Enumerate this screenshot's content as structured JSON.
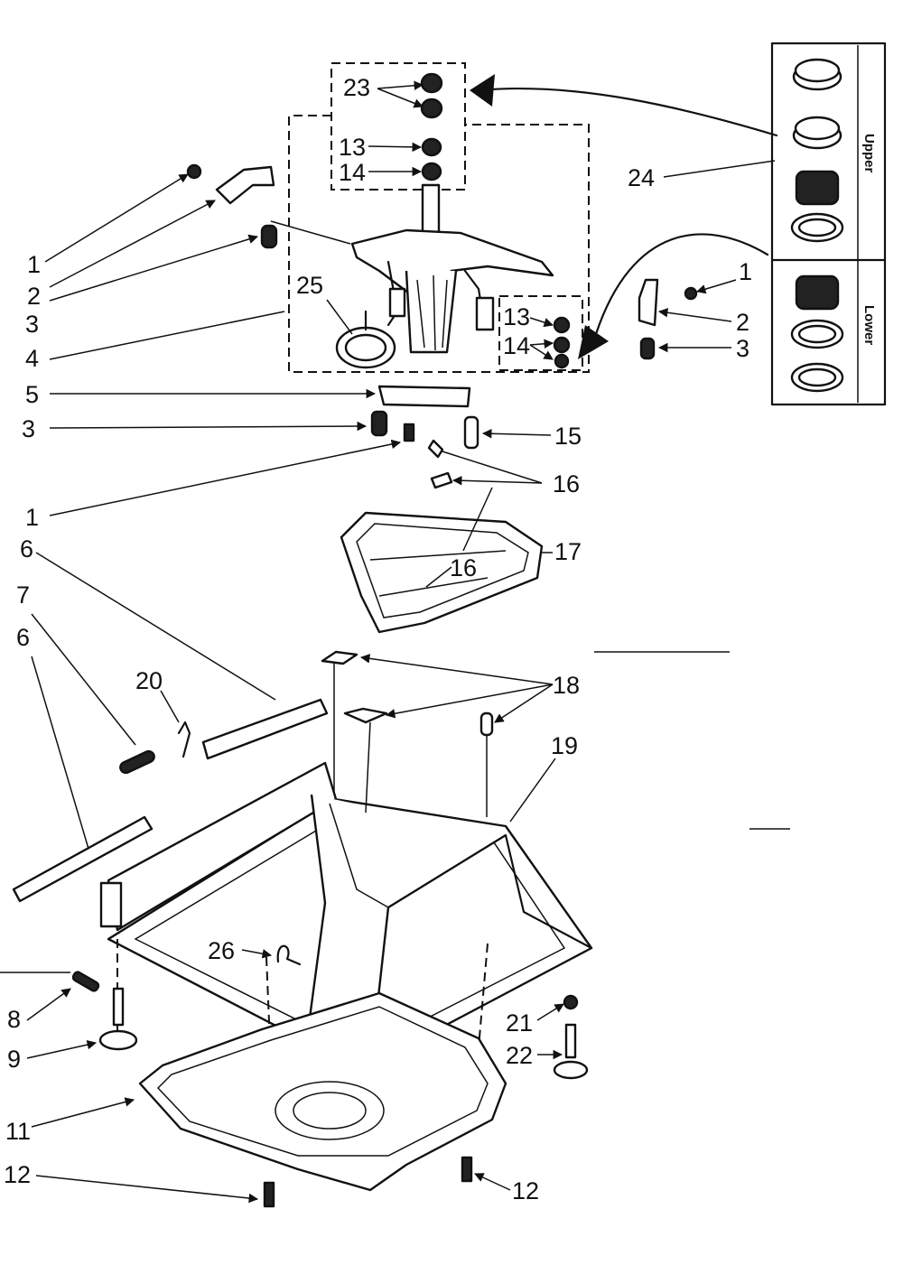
{
  "callouts": {
    "c1": "1",
    "c2": "2",
    "c3": "3",
    "c4": "4",
    "c5": "5",
    "c3b": "3",
    "c1b": "1",
    "c6a": "6",
    "c7": "7",
    "c6b": "6",
    "c20": "20",
    "c8": "8",
    "c9": "9",
    "c11": "11",
    "c12a": "12",
    "c12b": "12",
    "c26": "26",
    "c25": "25",
    "c23": "23",
    "c13a": "13",
    "c14a": "14",
    "c24": "24",
    "c1r": "1",
    "c2r": "2",
    "c3r": "3",
    "c13b": "13",
    "c14b": "14",
    "c15": "15",
    "c16a": "16",
    "c16b": "16",
    "c17": "17",
    "c18": "18",
    "c19": "19",
    "c21": "21",
    "c22": "22"
  },
  "bearing_kit": {
    "upper_label": "Upper",
    "lower_label": "Lower"
  }
}
